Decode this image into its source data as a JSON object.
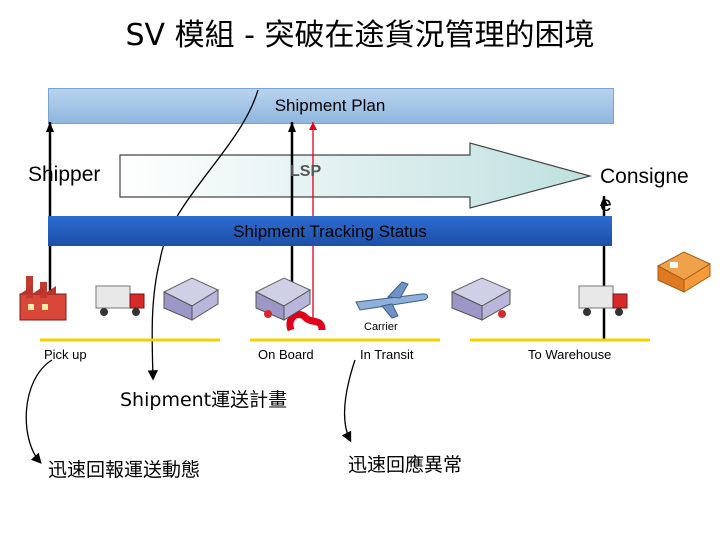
{
  "title": "SV 模組 - 突破在途貨況管理的困境",
  "shipment_plan": "Shipment Plan",
  "shipment_tracking_status": "Shipment Tracking Status",
  "shipper": "Shipper",
  "lsp": "LSP",
  "consignee": "Consigne\ne",
  "carrier": "Carrier",
  "stages": {
    "pick_up": "Pick up",
    "on_board": "On Board",
    "in_transit": "In Transit",
    "to_warehouse": "To Warehouse"
  },
  "notes": {
    "shipment_plan_note": "Shipment運送計畫",
    "report_status": "迅速回報運送動態",
    "respond_exception": "迅速回應異常"
  },
  "icons": [
    "factory-icon",
    "truck-icon",
    "warehouse-icon",
    "airplane-icon",
    "forklift-icon"
  ],
  "colors": {
    "plan_bar": "#a9c8ea",
    "status_bar": "#2a63c4",
    "ground_line": "#f5d000",
    "alert_line": "#e0001a"
  }
}
